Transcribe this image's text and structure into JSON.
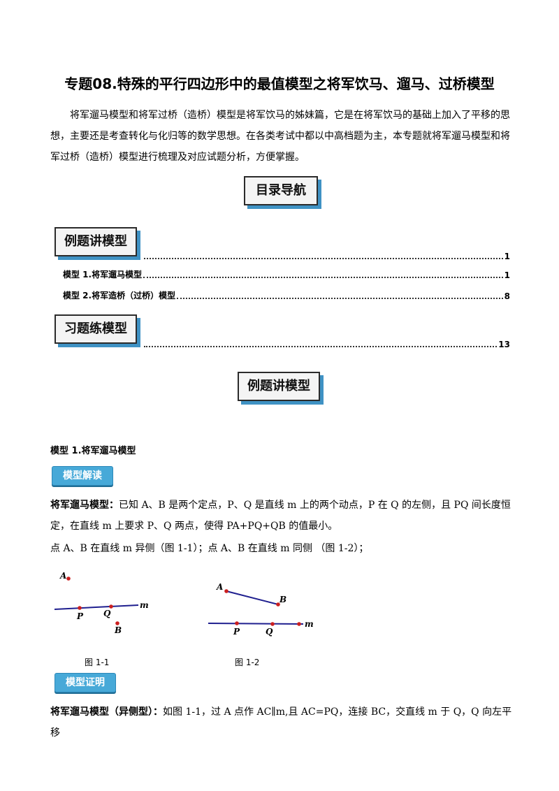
{
  "title": "专题08.特殊的平行四边形中的最值模型之将军饮马、遛马、过桥模型",
  "intro": "将军遛马模型和将军过桥（造桥）模型是将军饮马的姊妹篇，它是在将军饮马的基础上加入了平移的思想，主要还是考查转化与化归等的数学思想。在各类考试中都以中高档题为主，本专题就将军遛马模型和将军过桥（造桥）模型进行梳理及对应试题分析，方便掌握。",
  "nav_title": "目录导航",
  "toc": {
    "section1_label": "例题讲模型",
    "section1_page": "1",
    "item1_text": "模型 1.将军遛马模型",
    "item1_page": "1",
    "item2_text": "模型 2.将军造桥（过桥）模型",
    "item2_page": "8",
    "section2_label": "习题练模型",
    "section2_page": "13"
  },
  "section_heading": "例题讲模型",
  "model1_heading": "模型 1.将军遛马模型",
  "tag_read": "模型解读",
  "def_label": "将军遛马模型",
  "def_colon": "：",
  "def_text": "已知 A、B 是两个定点，P、Q 是直线 m 上的两个动点，P 在 Q 的左侧，且 PQ 间长度恒定，在直线 m 上要求 P、Q 两点，使得 PA+PQ+QB 的值最小。",
  "cases_text": "点 A、B 在直线 m 异侧（图 1-1）；点 A、B 在直线 m 同侧 （图 1-2）；",
  "fig1": {
    "A": "A",
    "B": "B",
    "P": "P",
    "Q": "Q",
    "m": "m",
    "caption": "图 1-1"
  },
  "fig2": {
    "A": "A",
    "B": "B",
    "P": "P",
    "Q": "Q",
    "m": "m",
    "caption": "图 1-2"
  },
  "tag_proof": "模型证明",
  "proof_label": "将军遛马模型（异侧型）",
  "proof_colon": "：",
  "proof_text": "如图 1-1，过 A 点作 AC∥m,且 AC=PQ，连接 BC，交直线 m 于 Q，Q 向左平移",
  "colors": {
    "accent": "#47a9d8",
    "line": "#1f1f8f",
    "point": "#cc1f1f",
    "shadow": "#3f92c4"
  }
}
